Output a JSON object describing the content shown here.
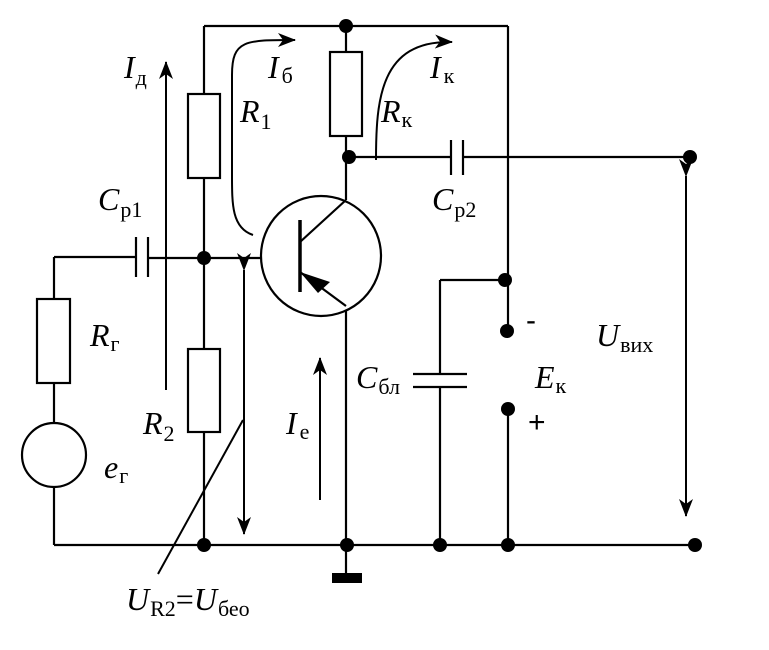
{
  "labels": {
    "i_d": {
      "main": "I",
      "sub": "д"
    },
    "i_b": {
      "main": "I",
      "sub": "б"
    },
    "i_k": {
      "main": "I",
      "sub": "к"
    },
    "r1": {
      "main": "R",
      "sub": "1"
    },
    "r_k": {
      "main": "R",
      "sub": "к"
    },
    "c_p1": {
      "main": "C",
      "sub": "р1"
    },
    "c_p2": {
      "main": "C",
      "sub": "р2"
    },
    "r_g": {
      "main": "R",
      "sub": "г"
    },
    "r2": {
      "main": "R",
      "sub": "2"
    },
    "i_e": {
      "main": "I",
      "sub": "е"
    },
    "c_bl": {
      "main": "C",
      "sub": "бл"
    },
    "e_k": {
      "main": "E",
      "sub": "к"
    },
    "u_vyh": {
      "main": "U",
      "sub": "вих"
    },
    "e_g": {
      "main": "e",
      "sub": "г"
    },
    "u_r2": {
      "main1": "U",
      "sub1": "R2",
      "eq": "=",
      "main2": "U",
      "sub2": "бео"
    }
  },
  "signs": {
    "minus": "-",
    "plus": "+"
  }
}
